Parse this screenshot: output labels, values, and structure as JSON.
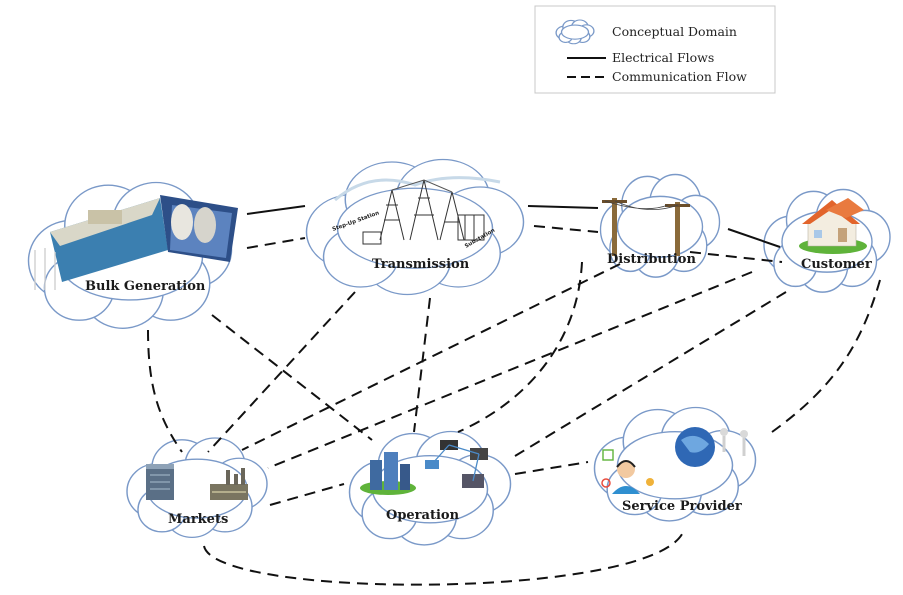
{
  "legend": {
    "conceptual_domain": "Conceptual Domain",
    "electrical_flows": "Electrical Flows",
    "communication_flow": "Communication Flow"
  },
  "domains": {
    "bulk_generation": "Bulk Generation",
    "transmission": "Transmission",
    "distribution": "Distribution",
    "customer": "Customer",
    "markets": "Markets",
    "operation": "Operation",
    "service_provider": "Service Provider"
  },
  "image_labels": {
    "step_up_station": "Step-Up Station",
    "substation": "Substation"
  },
  "colors": {
    "cloud_outline": "#7a99c8",
    "roof": "#e2642b",
    "grass": "#5fb33a"
  },
  "icons": [
    "power-plant-icon",
    "transmission-tower-icon",
    "utility-pole-icon",
    "house-icon",
    "building-icon",
    "factory-icon",
    "server-network-icon",
    "support-agent-icon",
    "globe-people-icon"
  ]
}
